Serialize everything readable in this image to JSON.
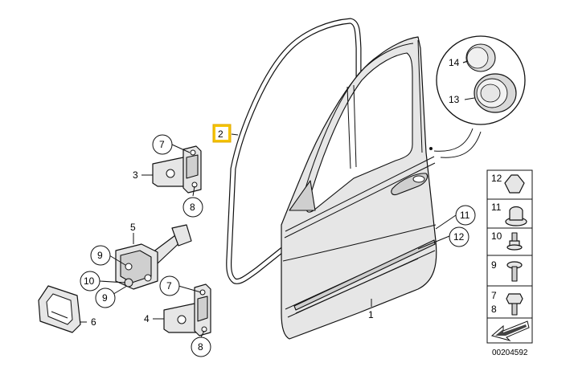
{
  "labels": {
    "door": "1",
    "seal": "2",
    "hinge_upper": "3",
    "hinge_lower": "4",
    "door_check": "5",
    "cover": "6",
    "bolt_upper": "7",
    "nut_upper": "8",
    "bolt_check_a": "9",
    "bush_check": "10",
    "bolt_check_b": "9",
    "bolt_lower": "7",
    "nut_lower": "8",
    "moulding_upper": "11",
    "moulding_lower": "12",
    "plug_small": "14",
    "plug_large": "13"
  },
  "fastener_panel": [
    {
      "label": "12"
    },
    {
      "label": "11"
    },
    {
      "label": "10"
    },
    {
      "label": "9"
    },
    {
      "label": "7"
    },
    {
      "label": "8"
    }
  ],
  "diagram_number": "00204592",
  "colors": {
    "highlight": "#f5c400",
    "part_fill": "#e6e6e6",
    "line": "#111111"
  }
}
